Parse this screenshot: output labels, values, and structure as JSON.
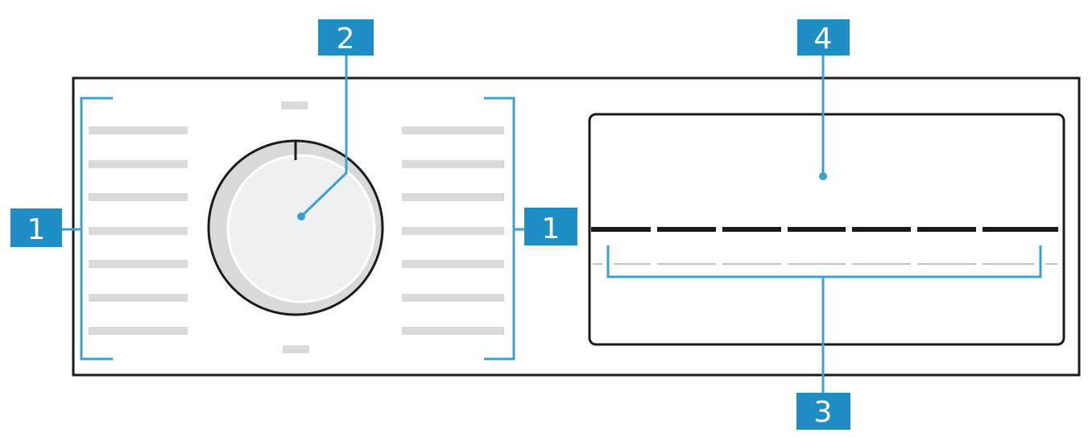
{
  "diagram": {
    "callouts": [
      {
        "id": "left",
        "label": "1"
      },
      {
        "id": "dial",
        "label": "2"
      },
      {
        "id": "display-buttons",
        "label": "3"
      },
      {
        "id": "display",
        "label": "4"
      },
      {
        "id": "right",
        "label": "1"
      }
    ],
    "colors": {
      "accent": "#3aa0cf",
      "badge": "#1e8ec4",
      "panel_stroke": "#1a1a1a",
      "placeholder": "#d9dadc",
      "dial_fill": "#eef0f2",
      "dial_ring": "#d7d9db"
    }
  }
}
